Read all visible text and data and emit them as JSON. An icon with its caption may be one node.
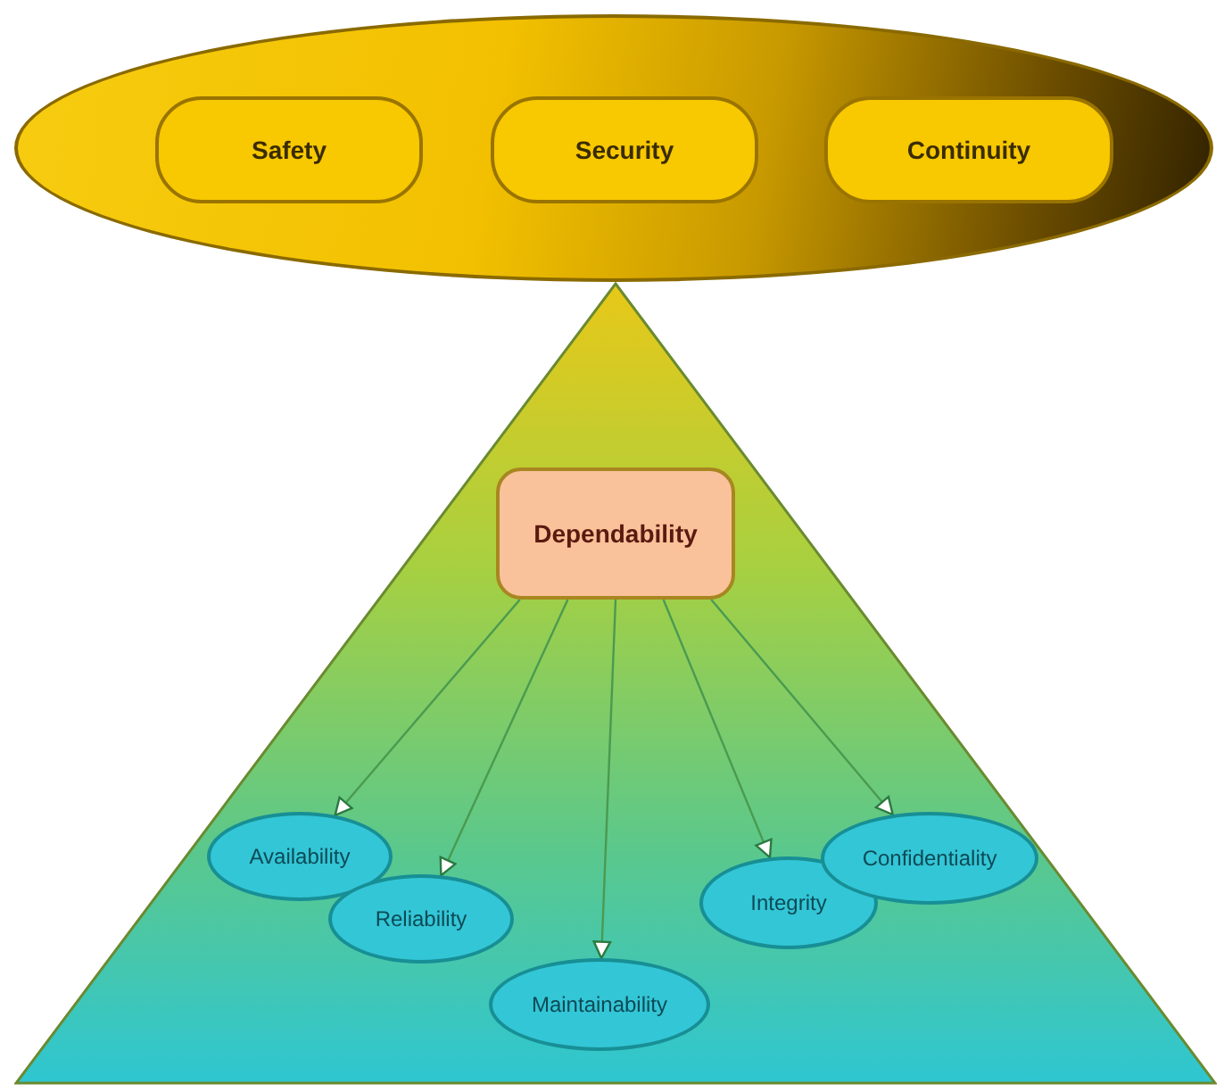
{
  "diagram": {
    "nodes": [
      {
        "text": [],
        "shape": "ellipse"
      },
      {
        "text": [
          "Safety"
        ],
        "in": 0
      },
      {
        "text": [
          "Security"
        ],
        "in": 0
      },
      {
        "text": [
          "Continuity"
        ],
        "in": 0
      },
      {
        "text": [],
        "shape": "triangle"
      },
      {
        "text": [
          "Dependability"
        ],
        "in": 4
      },
      {
        "text": [
          "Availability"
        ],
        "in": 4
      },
      {
        "text": [
          "Reliability"
        ],
        "in": 4
      },
      {
        "text": [
          "Maintainability"
        ],
        "in": 4
      },
      {
        "text": [
          "Integrity"
        ],
        "in": 4
      },
      {
        "text": [
          "Confidentiality"
        ],
        "in": 4
      }
    ],
    "edges": [
      {
        "from": 5,
        "to": 6,
        "arrow": "to"
      },
      {
        "from": 5,
        "to": 7,
        "arrow": "to"
      },
      {
        "from": 5,
        "to": 8,
        "arrow": "to"
      },
      {
        "from": 5,
        "to": 9,
        "arrow": "to"
      },
      {
        "from": 5,
        "to": 10,
        "arrow": "to"
      }
    ]
  }
}
